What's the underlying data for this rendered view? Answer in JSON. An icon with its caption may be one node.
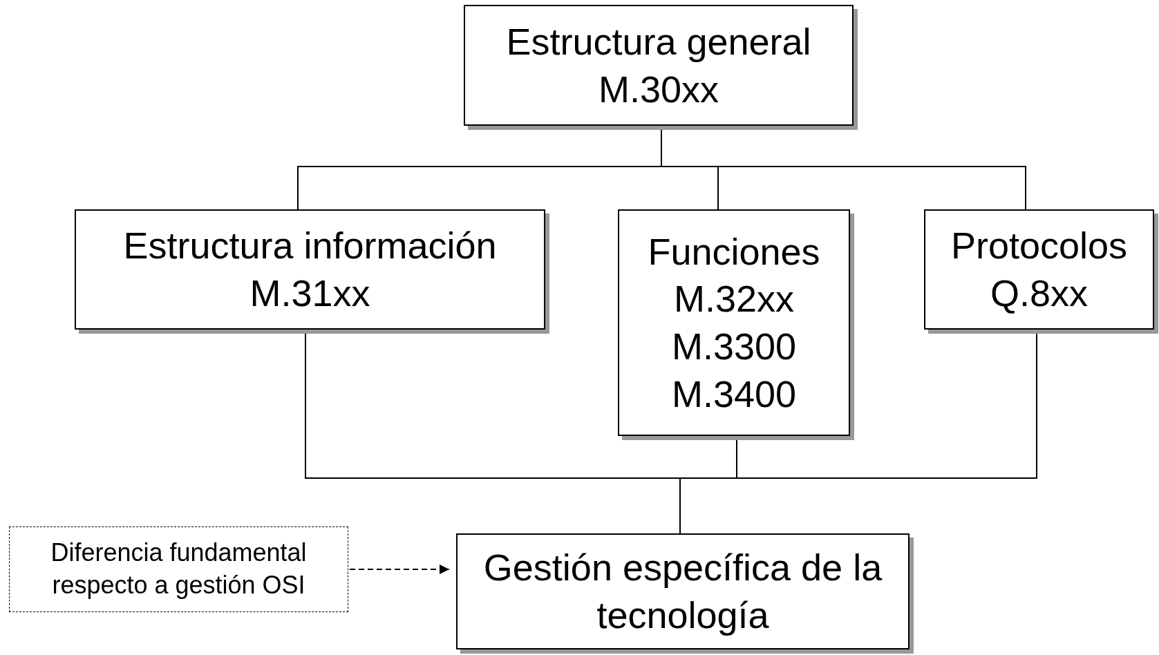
{
  "diagram": {
    "nodes": [
      {
        "text": [
          "Estructura general M.30xx"
        ]
      },
      {
        "text": [
          "Estructura información M.31xx"
        ]
      },
      {
        "text": [
          "Funciones M.32xx M.3300 M.3400"
        ]
      },
      {
        "text": [
          "Protocolos Q.8xx"
        ]
      },
      {
        "text": [
          "Gestión específica de la tecnología"
        ]
      },
      {
        "text": [
          "Diferencia fundamental respecto a gestión OSI"
        ]
      }
    ],
    "edges": [
      {
        "from": 0,
        "to": 1,
        "arrow": "none"
      },
      {
        "from": 0,
        "to": 2,
        "arrow": "none"
      },
      {
        "from": 0,
        "to": 3,
        "arrow": "none"
      },
      {
        "from": 1,
        "to": 4,
        "arrow": "none"
      },
      {
        "from": 2,
        "to": 4,
        "arrow": "none"
      },
      {
        "from": 3,
        "to": 4,
        "arrow": "none"
      },
      {
        "from": 5,
        "to": 4,
        "arrow": "to",
        "style": "dashed"
      }
    ]
  }
}
